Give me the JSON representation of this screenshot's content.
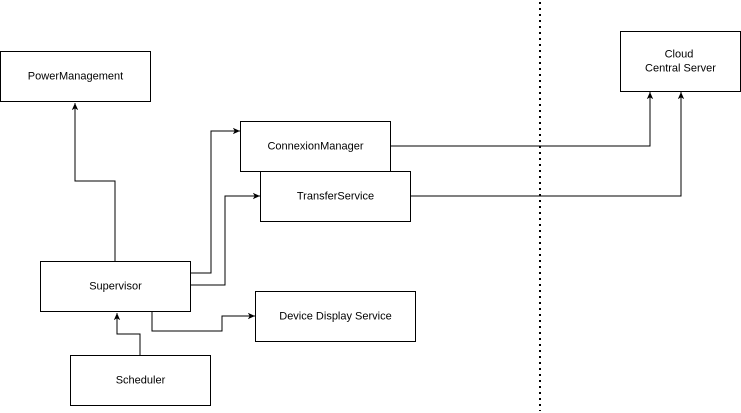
{
  "diagram": {
    "nodes": {
      "power_management": {
        "label": [
          "PowerManagement"
        ]
      },
      "cloud_server": {
        "label": [
          "Cloud",
          "Central Server"
        ]
      },
      "connexion_manager": {
        "label": [
          "ConnexionManager"
        ]
      },
      "transfer_service": {
        "label": [
          "TransferService"
        ]
      },
      "supervisor": {
        "label": [
          "Supervisor"
        ]
      },
      "device_display_service": {
        "label": [
          "Device Display Service"
        ]
      },
      "scheduler": {
        "label": [
          "Scheduler"
        ]
      }
    },
    "edges": [
      {
        "from": "supervisor",
        "to": "power_management"
      },
      {
        "from": "supervisor",
        "to": "connexion_manager"
      },
      {
        "from": "supervisor",
        "to": "transfer_service"
      },
      {
        "from": "supervisor",
        "to": "device_display_service"
      },
      {
        "from": "scheduler",
        "to": "supervisor"
      },
      {
        "from": "connexion_manager",
        "to": "cloud_server"
      },
      {
        "from": "transfer_service",
        "to": "cloud_server"
      }
    ],
    "colors": {
      "stroke": "#000000",
      "fill": "#ffffff",
      "text": "#000000"
    }
  }
}
